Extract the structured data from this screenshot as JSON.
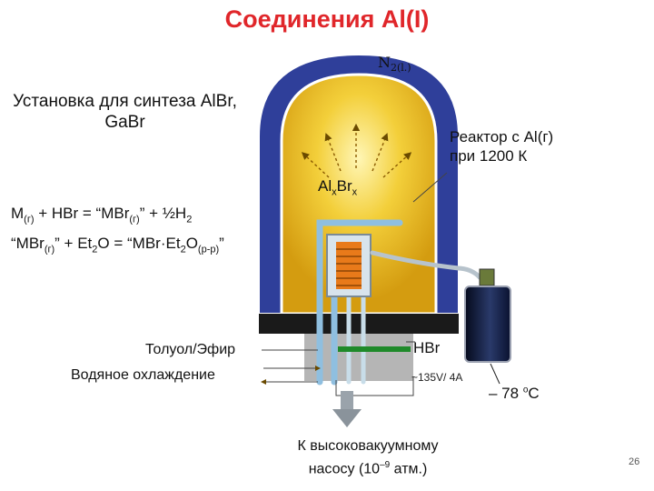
{
  "title": "Соединения Al(I)",
  "setup_label": "Установка для синтеза AlBr, GaBr",
  "reactor_label": "Реактор с Al(г) при 1200 К",
  "n2_label": {
    "main": "N",
    "sub": "2(l.)"
  },
  "species_label": {
    "a": "Al",
    "x1": "x",
    "b": "Br",
    "x2": "x"
  },
  "equation1": {
    "p1": "M",
    "s1": "(г)",
    "p2": " + HBr = “MBr",
    "s2": "(г)",
    "p3": "” + ½H",
    "s3": "2"
  },
  "equation2": {
    "p1": "“MBr",
    "s1": "(г)",
    "p2": "” + Et",
    "s2": "2",
    "p3": "O = “MBr·Et",
    "s3": "2",
    "p4": "O",
    "s4": "(р-р)",
    "p5": "”"
  },
  "label_toluene": "Толуол/Эфир",
  "label_cooling": "Водяное охлаждение",
  "label_hbr": "HBr",
  "label_voltage": "~135V/ 4A",
  "label_temperature": {
    "value": "– 78 ",
    "sup": "о",
    "unit": "С"
  },
  "label_pump": {
    "p1": "К высоковакуумному насосу (10",
    "sup": "–9",
    "p2": " атм.)"
  },
  "slide_number": "26",
  "colors": {
    "title": "#e0262a",
    "dewar_outer": "#2f3f9a",
    "dewar_inner": "#e2b416",
    "glow": "#fff2a0",
    "cold_finger": "#8fbfe0",
    "heater": "#e87a1a",
    "hbr_line": "#1f8a2a",
    "cold_trap": "#0f1a3a"
  }
}
